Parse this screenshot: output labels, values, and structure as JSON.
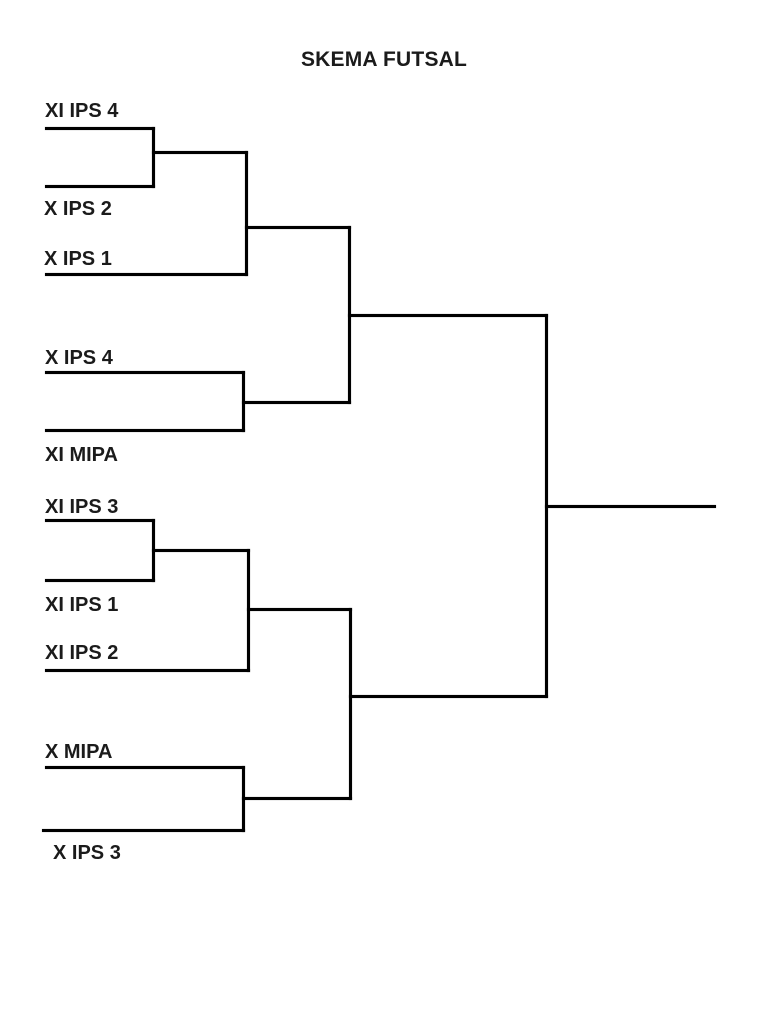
{
  "title": "SKEMA FUTSAL",
  "teams": [
    {
      "label": "XI IPS 4"
    },
    {
      "label": "X IPS 2"
    },
    {
      "label": "X IPS 1"
    },
    {
      "label": "X IPS 4"
    },
    {
      "label": "XI MIPA"
    },
    {
      "label": "XI IPS 3"
    },
    {
      "label": "XI IPS 1"
    },
    {
      "label": "XI IPS 2"
    },
    {
      "label": "X MIPA"
    },
    {
      "label": "X IPS 3"
    }
  ],
  "bracket_structure": {
    "top_half": {
      "first_round_match": [
        "XI IPS 4",
        "X IPS 2"
      ],
      "bye_into_second_round": "X IPS 1",
      "quarter_match": [
        "X IPS 4",
        "XI MIPA"
      ]
    },
    "bottom_half": {
      "first_round_match": [
        "XI IPS 3",
        "XI IPS 1"
      ],
      "bye_into_second_round": "XI IPS 2",
      "quarter_match": [
        "X MIPA",
        "X IPS 3"
      ]
    }
  },
  "colors": {
    "background": "#ffffff",
    "line": "#000000",
    "text": "#1b1b1b"
  }
}
